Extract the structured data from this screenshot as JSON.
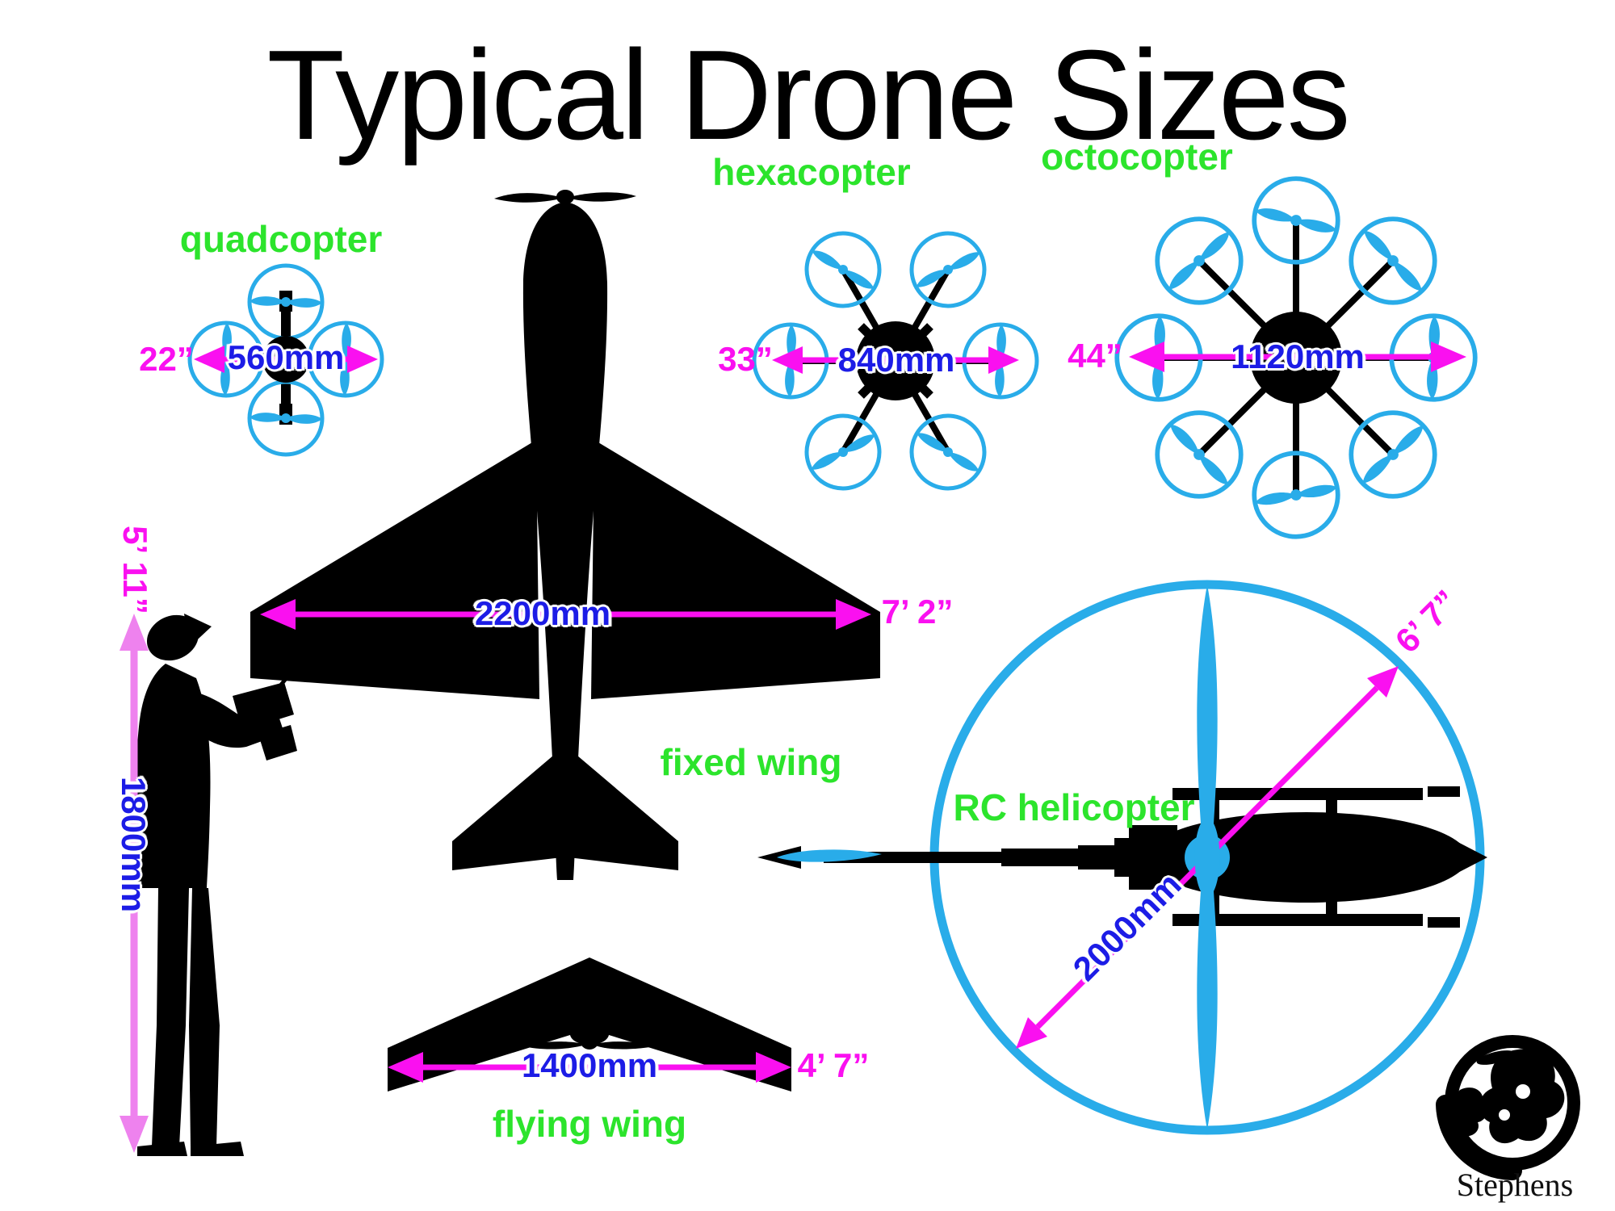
{
  "title": "Typical Drone Sizes",
  "drones": {
    "quadcopter": {
      "label": "quadcopter",
      "metric": "560mm",
      "imperial": "22”"
    },
    "hexacopter": {
      "label": "hexacopter",
      "metric": "840mm",
      "imperial": "33”"
    },
    "octocopter": {
      "label": "octocopter",
      "metric": "1120mm",
      "imperial": "44”"
    },
    "fixed_wing": {
      "label": "fixed wing",
      "metric": "2200mm",
      "imperial": "7’ 2”"
    },
    "flying_wing": {
      "label": "flying wing",
      "metric": "1400mm",
      "imperial": "4’ 7”"
    },
    "rc_helicopter": {
      "label": "RC helicopter",
      "metric": "2000mm",
      "imperial": "6’ 7”"
    }
  },
  "human": {
    "metric": "1800mm",
    "imperial": "5’ 11”"
  },
  "credit": {
    "artist": "Stephens"
  },
  "colors": {
    "label_green": "#2ce42c",
    "dimension_magenta": "#fa10f0",
    "metric_blue": "#1c1ce6",
    "rotor_cyan": "#29ace9",
    "height_arrow_violet": "#ee82ee",
    "silhouette_black": "#000000"
  }
}
